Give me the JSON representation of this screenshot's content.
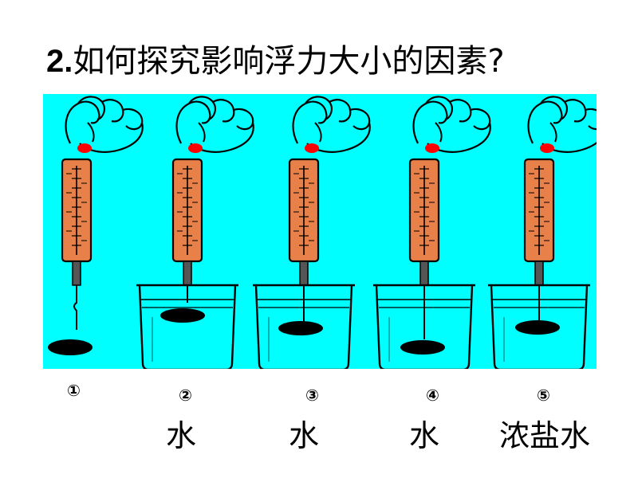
{
  "title": {
    "number": "2.",
    "text": "如何探究影响浮力大小的因素?"
  },
  "experiments": [
    {
      "label": "①",
      "liquid": ""
    },
    {
      "label": "②",
      "liquid": "水"
    },
    {
      "label": "③",
      "liquid": "水"
    },
    {
      "label": "④",
      "liquid": "水"
    },
    {
      "label": "⑤",
      "liquid": "浓盐水"
    }
  ],
  "colors": {
    "background": "#00ffff",
    "scale": "#e8804a",
    "hand_accent": "#ff0000",
    "object": "#000000"
  },
  "icons": [
    "hand-icon",
    "spring-scale-icon",
    "beaker-icon",
    "weight-object-icon"
  ]
}
